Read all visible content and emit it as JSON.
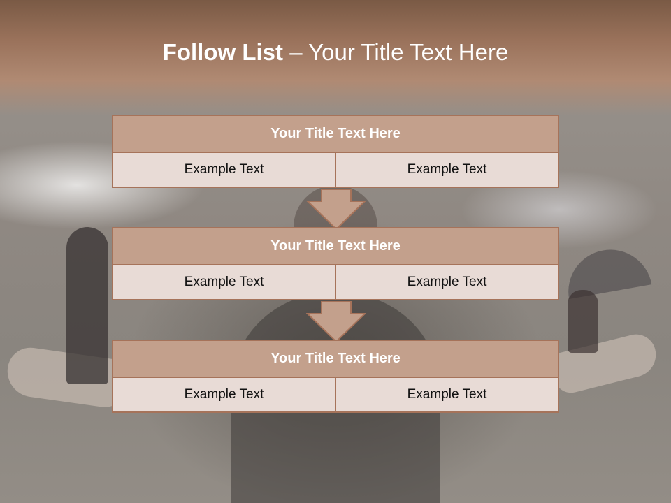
{
  "slide": {
    "title_bold": "Follow List",
    "title_sep": "–",
    "title_rest": "Your Title Text Here"
  },
  "blocks": [
    {
      "title": "Your Title Text Here",
      "left": "Example Text",
      "right": "Example Text"
    },
    {
      "title": "Your Title Text Here",
      "left": "Example Text",
      "right": "Example Text"
    },
    {
      "title": "Your Title Text Here",
      "left": "Example Text",
      "right": "Example Text"
    }
  ],
  "colors": {
    "header_fill": "#c3a08c",
    "border": "#a6735a",
    "cell_fill": "#e8dbd6",
    "arrow_fill": "#c3a08c"
  },
  "icons": [
    "down-arrow-icon",
    "down-arrow-icon"
  ]
}
